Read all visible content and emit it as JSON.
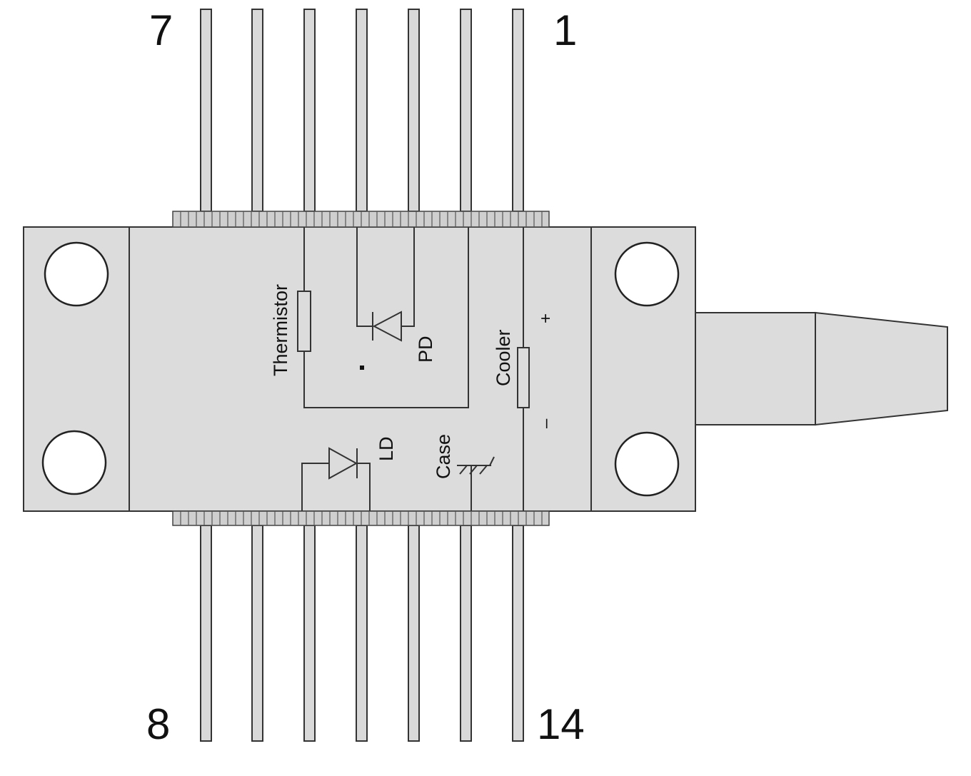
{
  "pin_numbers": {
    "top_left": "7",
    "top_right": "1",
    "bottom_left": "8",
    "bottom_right": "14"
  },
  "labels": {
    "thermistor": "Thermistor",
    "pd": "PD",
    "cooler": "Cooler",
    "ld": "LD",
    "case": "Case",
    "cooler_plus": "+",
    "cooler_minus": "–"
  }
}
